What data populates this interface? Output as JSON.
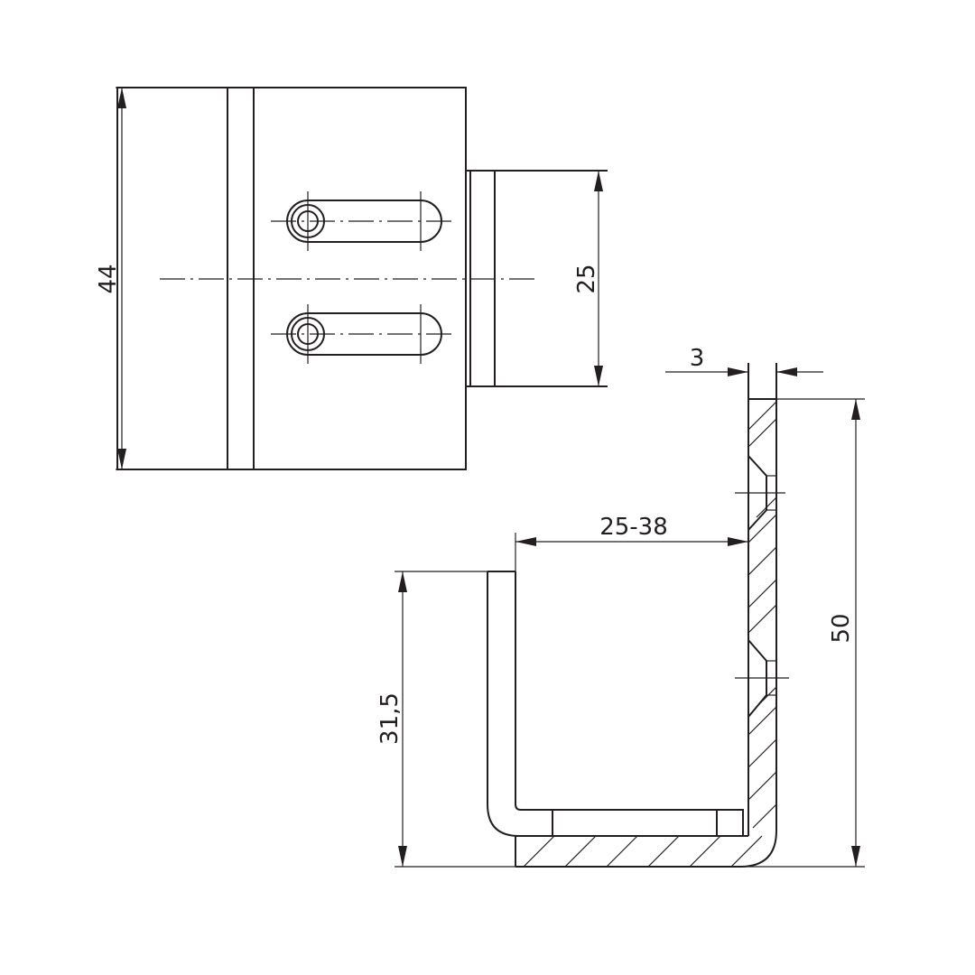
{
  "dimensions": {
    "height_total_front": "44",
    "hole_spacing": "25",
    "wall_thickness": "3",
    "height_total_side": "50",
    "clamp_range": "25-38",
    "inner_height": "31,5"
  },
  "colors": {
    "line": "#231f20",
    "background": "#ffffff"
  }
}
